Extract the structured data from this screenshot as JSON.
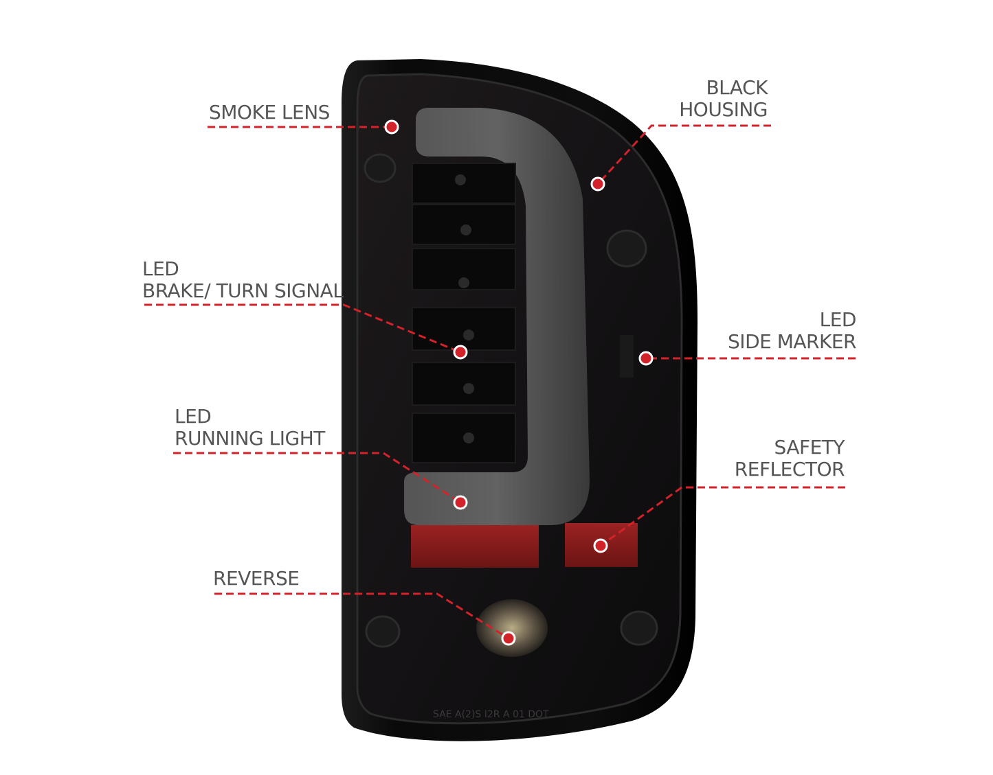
{
  "colors": {
    "callout_line": "#d2232a",
    "label_text": "#555555",
    "housing": "#0b0b0b",
    "reflector": "#8e1c1c"
  },
  "image": {
    "subject": "smoked LED tail light",
    "printed_code": "SAE A(2)S I2R A 01 DOT"
  },
  "callouts": [
    {
      "lines": [
        "SMOKE LENS"
      ]
    },
    {
      "lines": [
        "BLACK",
        "HOUSING"
      ]
    },
    {
      "lines": [
        "LED",
        "BRAKE/ TURN SIGNAL"
      ]
    },
    {
      "lines": [
        "LED",
        "SIDE MARKER"
      ]
    },
    {
      "lines": [
        "LED",
        "RUNNING LIGHT"
      ]
    },
    {
      "lines": [
        "SAFETY",
        "REFLECTOR"
      ]
    },
    {
      "lines": [
        "REVERSE"
      ]
    }
  ]
}
